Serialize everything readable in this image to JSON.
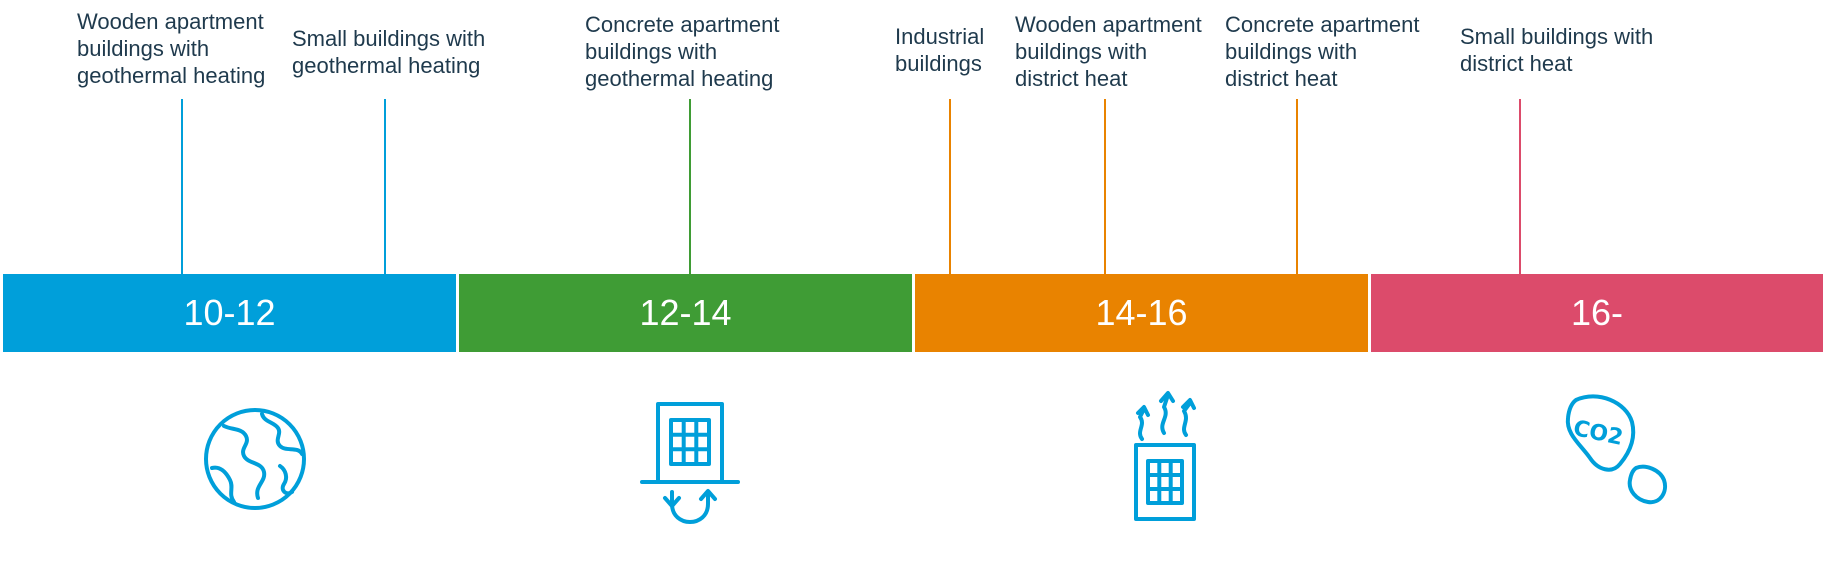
{
  "labels": [
    {
      "text": "Wooden apartment\nbuildings with\ngeothermal heating"
    },
    {
      "text": "Small buildings with\ngeothermal heating"
    },
    {
      "text": "Concrete apartment\nbuildings with\ngeothermal heating"
    },
    {
      "text": "Industrial\nbuildings"
    },
    {
      "text": "Wooden apartment\nbuildings with\ndistrict heat"
    },
    {
      "text": "Concrete apartment\nbuildings with\ndistrict heat"
    },
    {
      "text": "Small buildings with\ndistrict heat"
    }
  ],
  "segments": [
    {
      "label": "10-12",
      "color": "#009fda"
    },
    {
      "label": "12-14",
      "color": "#3f9c35"
    },
    {
      "label": "14-16",
      "color": "#e98300"
    },
    {
      "label": "16-",
      "color": "#dc4b6b"
    }
  ],
  "icons": [
    {
      "name": "globe-icon",
      "color": "#009fda"
    },
    {
      "name": "building-geothermal-icon",
      "color": "#009fda"
    },
    {
      "name": "building-heat-icon",
      "color": "#009fda"
    },
    {
      "name": "co2-footprint-icon",
      "color": "#009fda"
    }
  ],
  "co2_text": "CO2"
}
